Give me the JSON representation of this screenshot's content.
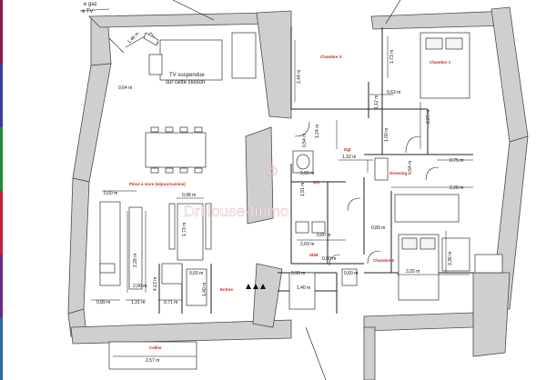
{
  "watermark": {
    "symbol": "©",
    "text": "DrHouse-Immo"
  },
  "notes": {
    "gas_line1": "e gaz",
    "gas_line2": "e TV",
    "tv_line1": "TV suspendue",
    "tv_line2": "sur cette cloison"
  },
  "rooms": {
    "chambre3": "Chambre 3",
    "chambre1": "Chambre 1",
    "piece_a_vivre": "Pièce à vivre (séjour/cuisine)",
    "dgt": "Dgt",
    "wc": "WC",
    "dressing": "Dressing",
    "sdb": "SDB",
    "chambre2": "Chambre 2",
    "entree": "Entrée",
    "cellier": "Cellier"
  },
  "dimensions": {
    "d_1_46": "1,46 m",
    "d_0_64": "0,64 m",
    "d_2_44": "2,44 m",
    "d_1_73": "1,73 m",
    "d_0_63": "0,63 m",
    "d_1_12": "1,12 m",
    "d_2_27": "2,27 m",
    "d_1_00": "1,00 m",
    "d_1_24": "1,24 m",
    "d_0_54a": "0,54 m",
    "d_1_32": "1,32 m",
    "d_0_75": "0,75 m",
    "d_0_89a": "0,89 m",
    "d_0_54b": "0,54 m",
    "d_0_60a": "0,60 m",
    "d_0_98": "0,98 m",
    "d_1_91": "1,91 m",
    "d_2_28a": "2,28 m",
    "d_1_73b": "1,73 m",
    "d_2_28b": "2,28 m",
    "d_2_69": "2,69 m",
    "d_0_80a": "0,80 m",
    "d_0_80b": "0,80 m",
    "d_0_89b": "0,89 m",
    "d_3_36": "3,36 m",
    "d_2_90": "2,90 m",
    "d_4_13": "4,13 m",
    "d_0_60b": "0,60 m",
    "d_0_90": "0,90 m",
    "d_0_60c": "0,60 m",
    "d_3_25": "3,25 m",
    "d_1_40a": "1,40 m",
    "d_1_40b": "1,40 m",
    "d_0_89c": "0,89 m",
    "d_1_31": "1,31 m",
    "d_0_71": "0,71 m",
    "d_2_57": "2,57 m"
  },
  "colors": {
    "wall_fill": "#cfcfcf",
    "wall_stroke": "#4a4a4a",
    "room_label": "#c8281e",
    "line": "#222222",
    "left_strip": [
      "#8b1a4a",
      "#3a3aa0",
      "#1f8a3a",
      "#c41e3a",
      "#6a2a8a",
      "#2a6aa0"
    ]
  }
}
